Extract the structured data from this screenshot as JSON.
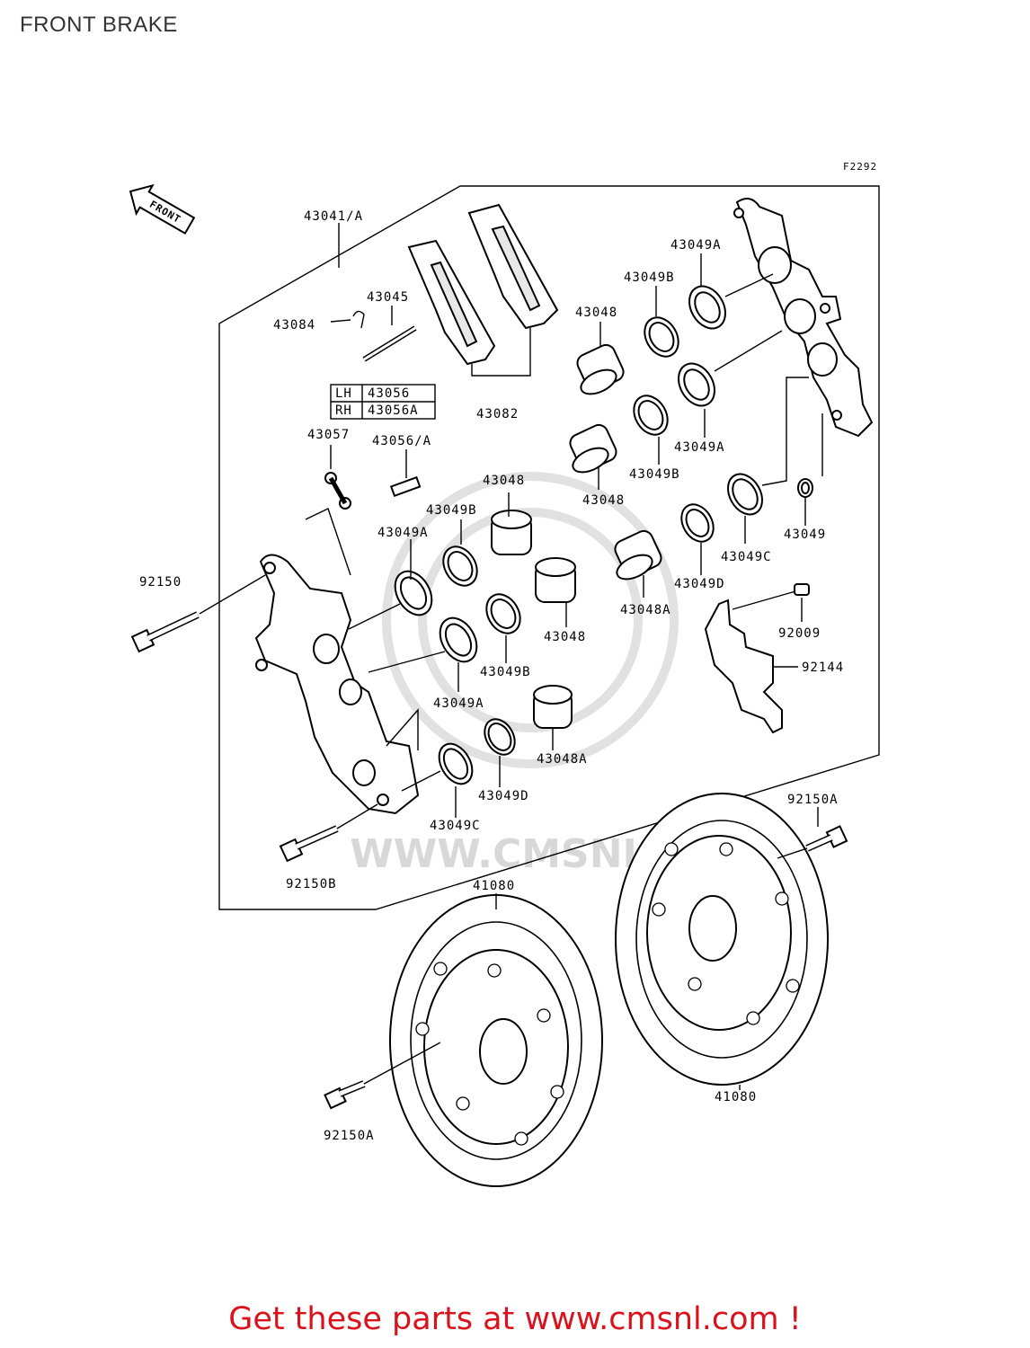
{
  "page": {
    "title": "FRONT BRAKE",
    "figure_code": "F2292",
    "front_arrow_label": "FRONT",
    "watermark": "WWW.CMSNL.COM",
    "footer": "Get these parts at www.cmsnl.com !"
  },
  "side_table": {
    "rows": [
      {
        "side": "LH",
        "part": "43056"
      },
      {
        "side": "RH",
        "part": "43056A"
      }
    ]
  },
  "callouts": [
    {
      "id": "c1",
      "text": "43041/A"
    },
    {
      "id": "c2",
      "text": "43049A"
    },
    {
      "id": "c3",
      "text": "43049B"
    },
    {
      "id": "c4",
      "text": "43045"
    },
    {
      "id": "c5",
      "text": "43084"
    },
    {
      "id": "c6",
      "text": "43048"
    },
    {
      "id": "c7",
      "text": "43082"
    },
    {
      "id": "c8",
      "text": "43057"
    },
    {
      "id": "c9",
      "text": "43056/A"
    },
    {
      "id": "c10",
      "text": "43049A"
    },
    {
      "id": "c11",
      "text": "43049B"
    },
    {
      "id": "c12",
      "text": "43048"
    },
    {
      "id": "c13",
      "text": "43048"
    },
    {
      "id": "c14",
      "text": "43049B"
    },
    {
      "id": "c15",
      "text": "43049A"
    },
    {
      "id": "c16",
      "text": "92150"
    },
    {
      "id": "c17",
      "text": "43049"
    },
    {
      "id": "c18",
      "text": "43049C"
    },
    {
      "id": "c19",
      "text": "43049D"
    },
    {
      "id": "c20",
      "text": "43048A"
    },
    {
      "id": "c21",
      "text": "92009"
    },
    {
      "id": "c22",
      "text": "43048"
    },
    {
      "id": "c23",
      "text": "92144"
    },
    {
      "id": "c24",
      "text": "43049B"
    },
    {
      "id": "c25",
      "text": "43049A"
    },
    {
      "id": "c26",
      "text": "43048A"
    },
    {
      "id": "c27",
      "text": "43049D"
    },
    {
      "id": "c28",
      "text": "43049C"
    },
    {
      "id": "c29",
      "text": "92150A"
    },
    {
      "id": "c30",
      "text": "92150B"
    },
    {
      "id": "c31",
      "text": "41080"
    },
    {
      "id": "c32",
      "text": "41080"
    },
    {
      "id": "c33",
      "text": "92150A"
    }
  ]
}
